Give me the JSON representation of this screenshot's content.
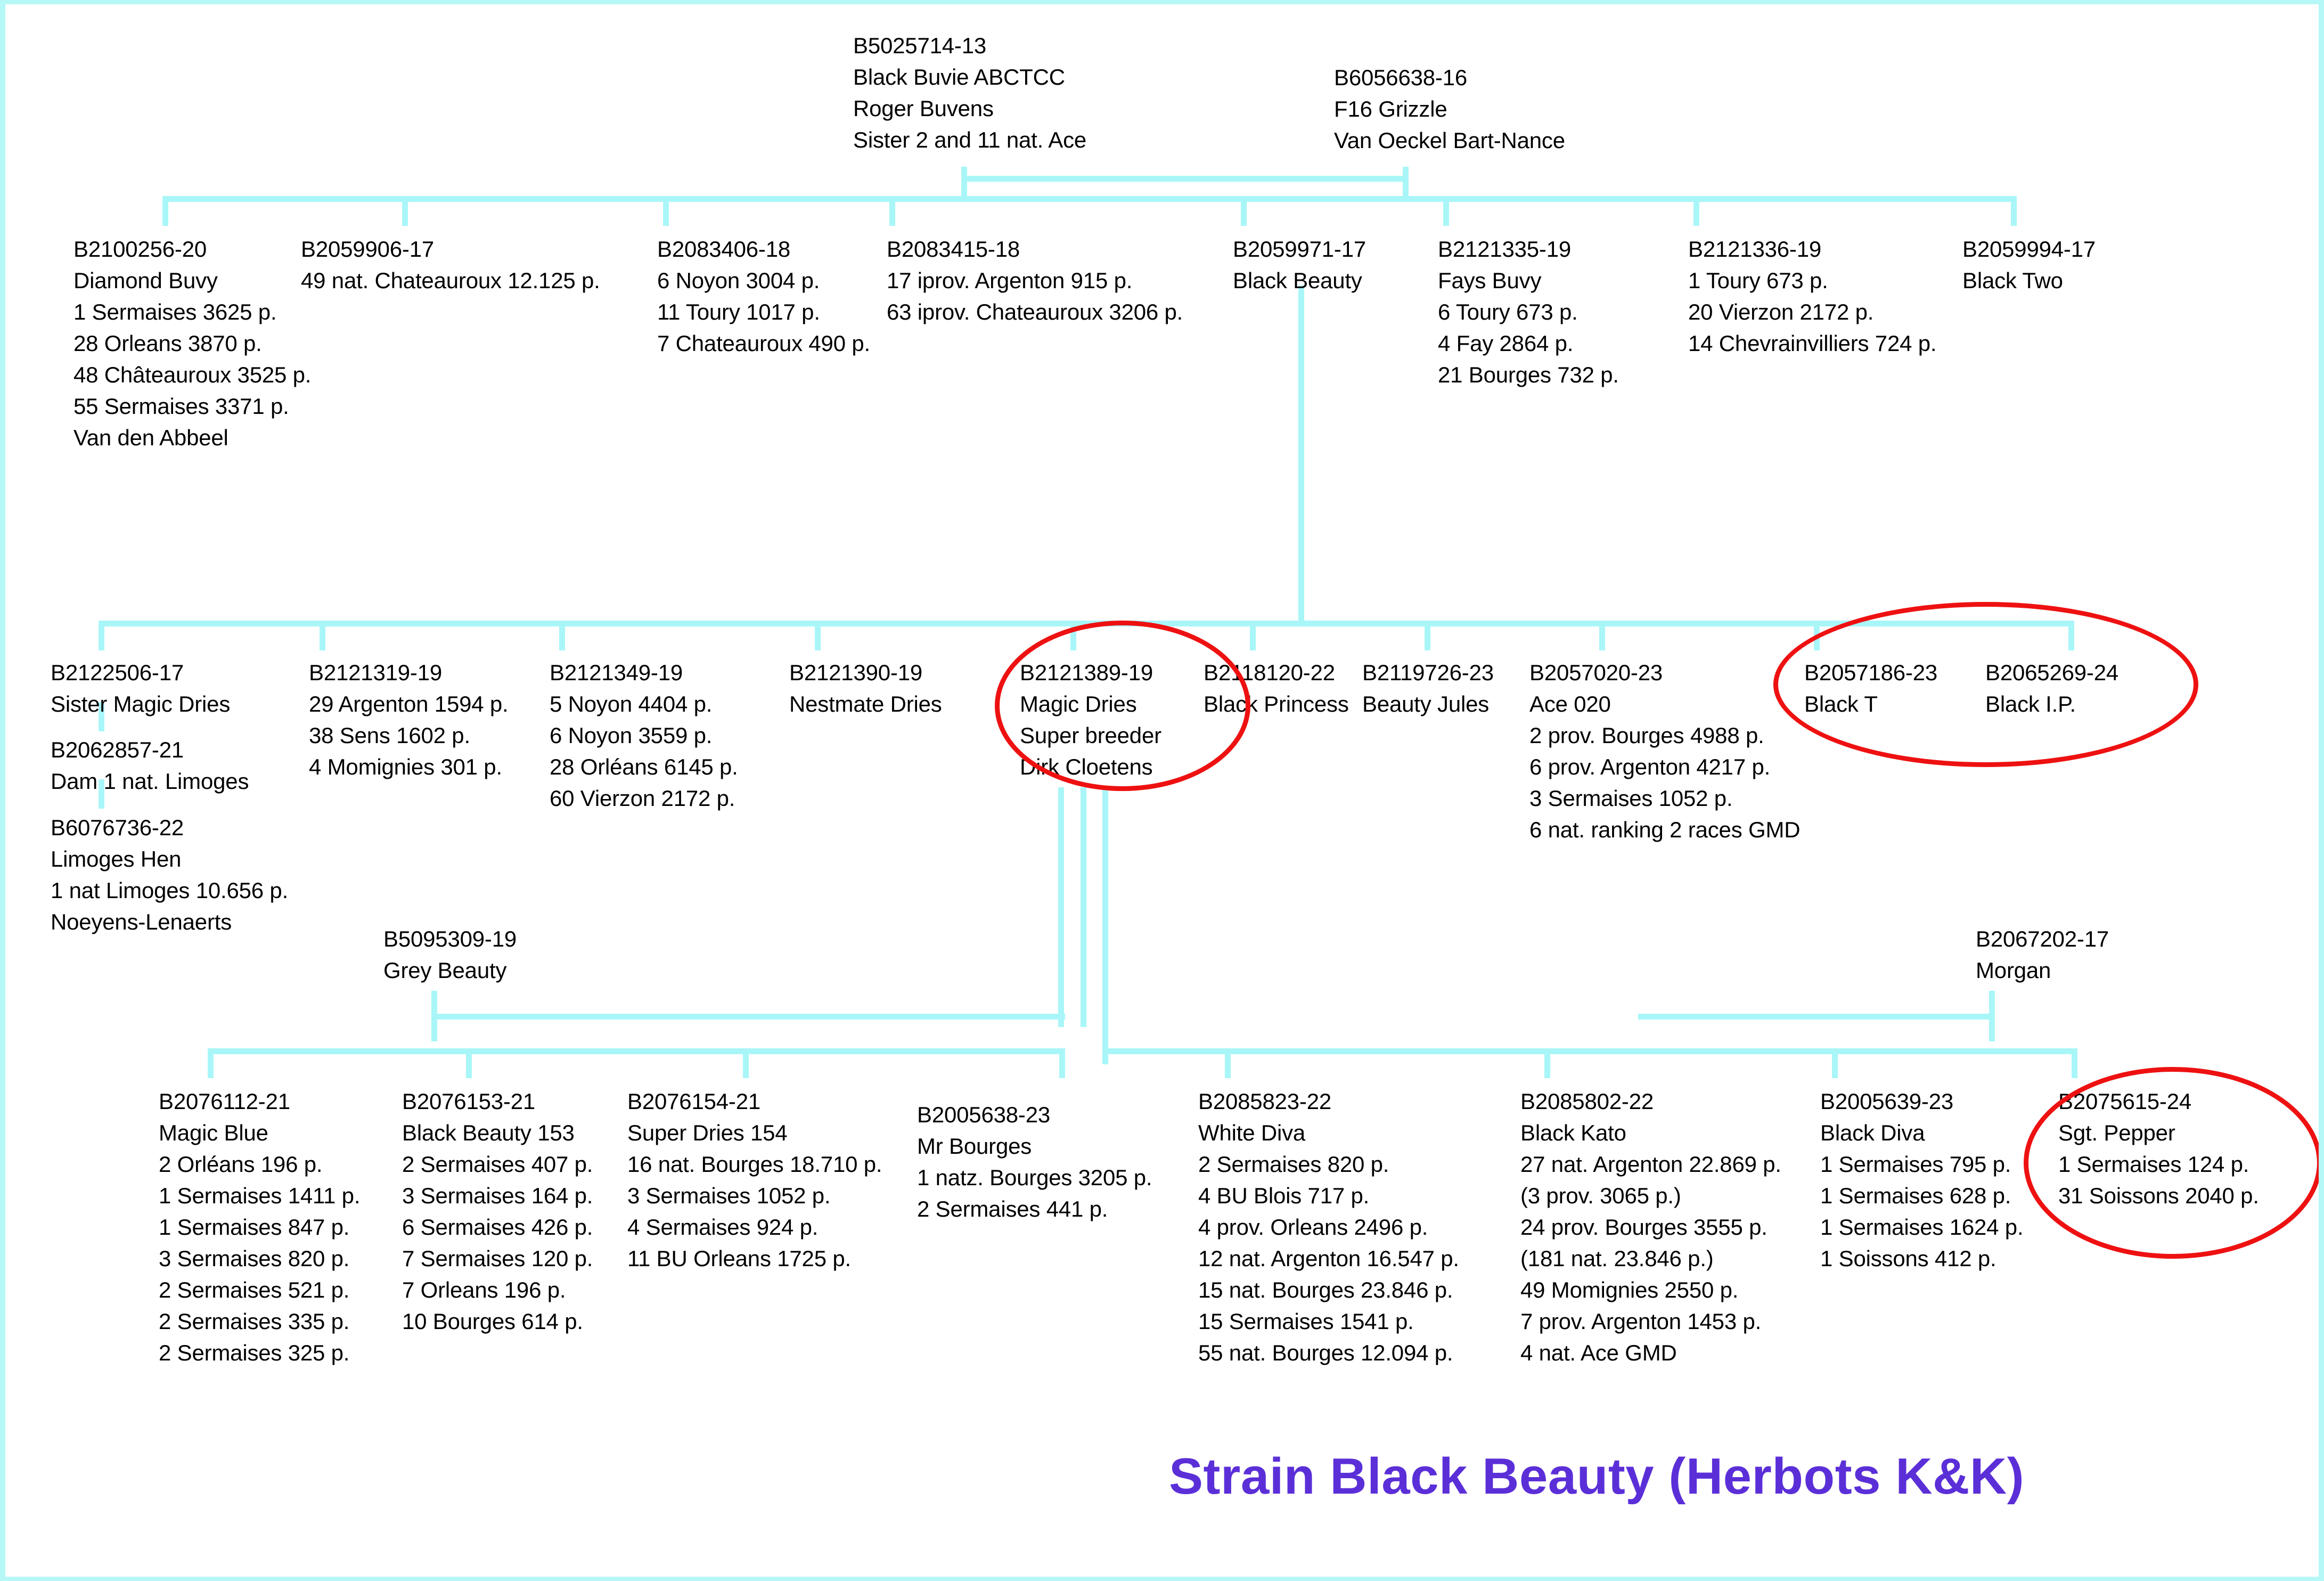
{
  "meta": {
    "title_text": "Strain Black Beauty (Herbots K&K)",
    "title_color": "#5b2fd8",
    "connector_color": "#a9f6f8",
    "border_color": "#b6f7f7",
    "highlight_color": "#ee1111"
  },
  "generation1": [
    {
      "id": "B5025714-13",
      "lines": [
        "B5025714-13",
        "Black Buvie ABCTCC",
        "Roger Buvens",
        "Sister 2 and 11 nat. Ace"
      ]
    },
    {
      "id": "B6056638-16",
      "lines": [
        "B6056638-16",
        "F16 Grizzle",
        "Van Oeckel Bart-Nance"
      ]
    }
  ],
  "generation2": [
    {
      "id": "B2100256-20",
      "lines": [
        "B2100256-20",
        "Diamond Buvy",
        "1 Sermaises 3625 p.",
        "28 Orleans 3870 p.",
        "48 Châteauroux 3525 p.",
        "55 Sermaises 3371 p.",
        "Van den Abbeel"
      ]
    },
    {
      "id": "B2059906-17",
      "lines": [
        "B2059906-17",
        "49 nat. Chateauroux 12.125 p."
      ]
    },
    {
      "id": "B2083406-18",
      "lines": [
        "B2083406-18",
        "6 Noyon 3004 p.",
        "11 Toury 1017 p.",
        "7 Chateauroux 490 p."
      ]
    },
    {
      "id": "B2083415-18",
      "lines": [
        "B2083415-18",
        "17 iprov. Argenton 915 p.",
        "63 iprov. Chateauroux 3206 p."
      ]
    },
    {
      "id": "B2059971-17",
      "lines": [
        "B2059971-17",
        "Black Beauty"
      ]
    },
    {
      "id": "B2121335-19",
      "lines": [
        "B2121335-19",
        "Fays Buvy",
        "6 Toury 673 p.",
        "4 Fay 2864 p.",
        "21 Bourges 732 p."
      ]
    },
    {
      "id": "B2121336-19",
      "lines": [
        "B2121336-19",
        "1 Toury 673 p.",
        "20 Vierzon 2172 p.",
        "14 Chevrainvilliers 724 p."
      ]
    },
    {
      "id": "B2059994-17",
      "lines": [
        "B2059994-17",
        "Black Two"
      ]
    }
  ],
  "generation3": [
    {
      "id": "B2122506-17",
      "lines": [
        "B2122506-17",
        "Sister Magic Dries"
      ]
    },
    {
      "id": "B2062857-21",
      "lines": [
        "B2062857-21",
        "Dam 1 nat. Limoges"
      ]
    },
    {
      "id": "B6076736-22",
      "lines": [
        "B6076736-22",
        "Limoges Hen",
        "1 nat Limoges 10.656 p.",
        "Noeyens-Lenaerts"
      ]
    },
    {
      "id": "B2121319-19",
      "lines": [
        "B2121319-19",
        "29 Argenton 1594 p.",
        "38 Sens 1602 p.",
        "4 Momignies 301 p."
      ]
    },
    {
      "id": "B2121349-19",
      "lines": [
        "B2121349-19",
        "5 Noyon 4404 p.",
        "6 Noyon 3559 p.",
        "28 Orléans 6145 p.",
        "60 Vierzon 2172 p."
      ]
    },
    {
      "id": "B2121390-19",
      "lines": [
        "B2121390-19",
        "Nestmate Dries"
      ]
    },
    {
      "id": "B2121389-19",
      "highlighted": true,
      "lines": [
        "B2121389-19",
        "Magic Dries",
        "Super breeder",
        "Dirk Cloetens"
      ]
    },
    {
      "id": "B2118120-22",
      "lines": [
        "B2118120-22",
        "Black Princess"
      ]
    },
    {
      "id": "B2119726-23",
      "lines": [
        "B2119726-23",
        "Beauty Jules"
      ]
    },
    {
      "id": "B2057020-23",
      "lines": [
        "B2057020-23",
        "Ace 020",
        "2 prov. Bourges 4988 p.",
        "6 prov. Argenton 4217 p.",
        "3 Sermaises 1052 p.",
        "6 nat. ranking 2 races GMD"
      ]
    },
    {
      "id": "B2057186-23",
      "highlighted": true,
      "lines": [
        "B2057186-23",
        "Black T"
      ]
    },
    {
      "id": "B2065269-24",
      "highlighted": true,
      "lines": [
        "B2065269-24",
        "Black I.P."
      ]
    }
  ],
  "generation_mid": [
    {
      "id": "B5095309-19",
      "lines": [
        "B5095309-19",
        "Grey Beauty"
      ]
    },
    {
      "id": "B2067202-17",
      "lines": [
        "B2067202-17",
        "Morgan"
      ]
    }
  ],
  "generation4": [
    {
      "id": "B2076112-21",
      "lines": [
        "B2076112-21",
        "Magic Blue",
        "2 Orléans 196 p.",
        "1 Sermaises 1411 p.",
        "1 Sermaises 847 p.",
        "3 Sermaises 820 p.",
        "2 Sermaises 521 p.",
        "2 Sermaises 335 p.",
        "2 Sermaises 325 p."
      ]
    },
    {
      "id": "B2076153-21",
      "lines": [
        "B2076153-21",
        "Black Beauty 153",
        "2 Sermaises 407 p.",
        "3 Sermaises 164 p.",
        "6 Sermaises 426 p.",
        "7 Sermaises 120 p.",
        "7 Orleans 196 p.",
        "10 Bourges 614 p."
      ]
    },
    {
      "id": "B2076154-21",
      "lines": [
        "B2076154-21",
        "Super Dries 154",
        "16 nat. Bourges 18.710 p.",
        "3 Sermaises 1052 p.",
        "4 Sermaises 924 p.",
        "11 BU Orleans 1725 p."
      ]
    },
    {
      "id": "B2005638-23",
      "lines": [
        "B2005638-23",
        "Mr Bourges",
        "1 natz. Bourges 3205 p.",
        "2 Sermaises 441 p."
      ]
    },
    {
      "id": "B2085823-22",
      "lines": [
        "B2085823-22",
        "White Diva",
        "2 Sermaises 820 p.",
        "4 BU Blois 717 p.",
        "4 prov. Orleans 2496 p.",
        "12 nat. Argenton 16.547 p.",
        "15 nat. Bourges 23.846 p.",
        "15 Sermaises 1541 p.",
        "55 nat. Bourges 12.094 p."
      ]
    },
    {
      "id": "B2085802-22",
      "lines": [
        "B2085802-22",
        "Black Kato",
        "27 nat. Argenton 22.869 p.",
        "(3 prov. 3065 p.)",
        "24 prov. Bourges 3555 p.",
        "(181 nat. 23.846 p.)",
        "49 Momignies 2550 p.",
        "7 prov. Argenton 1453 p.",
        "4 nat. Ace GMD"
      ]
    },
    {
      "id": "B2005639-23",
      "lines": [
        "B2005639-23",
        "Black Diva",
        "1 Sermaises 795 p.",
        "1 Sermaises 628 p.",
        "1 Sermaises 1624 p.",
        "1 Soissons 412 p."
      ]
    },
    {
      "id": "B2075615-24",
      "highlighted": true,
      "lines": [
        "B2075615-24",
        "Sgt. Pepper",
        "1 Sermaises 124 p.",
        "31 Soissons 2040 p."
      ]
    }
  ]
}
